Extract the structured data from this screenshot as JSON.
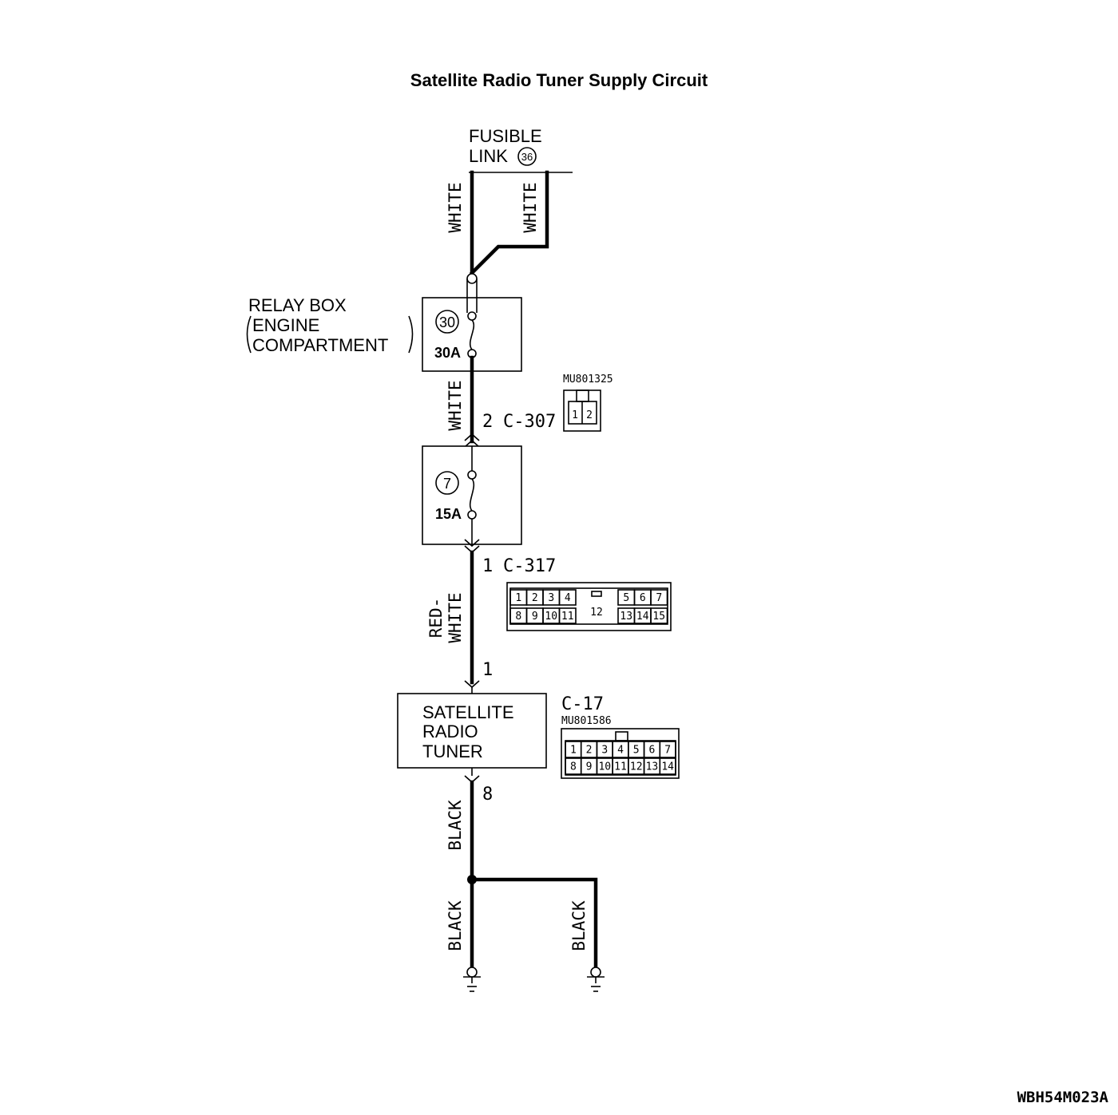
{
  "title": "Satellite Radio Tuner Supply Circuit",
  "figure_id": "WBH54M023A",
  "fusible_link": {
    "label_line1": "FUSIBLE",
    "label_line2": "LINK",
    "number": "36"
  },
  "relay_box": {
    "label_line1": "RELAY BOX",
    "label_line2": "ENGINE",
    "label_line3": "COMPARTMENT",
    "fuse_number": "30",
    "fuse_rating": "30A"
  },
  "fuse_block": {
    "fuse_number": "7",
    "fuse_rating": "15A"
  },
  "wires": {
    "fusible_left": "WHITE",
    "fusible_right": "WHITE",
    "relay_to_fuse": "WHITE",
    "fuse_to_tuner_line1": "RED-",
    "fuse_to_tuner_line2": "WHITE",
    "tuner_ground": "BLACK",
    "ground_left": "BLACK",
    "ground_right": "BLACK"
  },
  "connectors": {
    "c307": {
      "pin": "2",
      "name": "C-307",
      "part": "MU801325",
      "pins": [
        "1",
        "2"
      ]
    },
    "c317": {
      "pin": "1",
      "name": "C-317",
      "row1_left": [
        "1",
        "2",
        "3",
        "4"
      ],
      "row1_right": [
        "5",
        "6",
        "7"
      ],
      "row2_left": [
        "8",
        "9",
        "10",
        "11"
      ],
      "row2_right": [
        "13",
        "14",
        "15"
      ],
      "center": "12"
    },
    "tuner_in_pin": "1",
    "tuner_ground_pin": "8",
    "c17": {
      "name": "C-17",
      "part": "MU801586",
      "row1": [
        "1",
        "2",
        "3",
        "4",
        "5",
        "6",
        "7"
      ],
      "row2": [
        "8",
        "9",
        "10",
        "11",
        "12",
        "13",
        "14"
      ]
    }
  },
  "tuner": {
    "label_line1": "SATELLITE",
    "label_line2": "RADIO",
    "label_line3": "TUNER"
  }
}
